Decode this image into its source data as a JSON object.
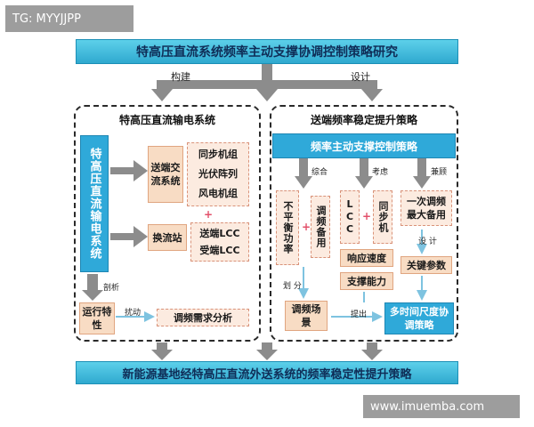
{
  "watermarks": {
    "top_left": "TG: MYYJJPP",
    "bottom_right": "www.imuemba.com"
  },
  "top_title": "特高压直流系统频率主动支撑协调控制策略研究",
  "edge_labels": {
    "build": "构建",
    "design": "设计",
    "analyze": "剖析",
    "disturb": "扰动",
    "combine": "综合",
    "consider": "考虑",
    "balance": "兼顾",
    "design2": "设 计",
    "divide": "划  分",
    "propose": "提出"
  },
  "left_panel": {
    "title": "特高压直流输电系统",
    "system_label": "特高压直流输电系统",
    "ac_system": "送端交流系统",
    "ac_sources": [
      "同步机组",
      "光伏阵列",
      "风电机组"
    ],
    "converter": "换流站",
    "converters": [
      "送端LCC",
      "受端LCC"
    ],
    "operation": "运行特性",
    "demand": "调频需求分析"
  },
  "right_panel": {
    "title": "送端频率稳定提升策略",
    "control_strategy": "频率主动支撑控制策略",
    "unbalanced_power": "不平衡功率",
    "fm_reserve": "调频备用",
    "lcc": "LCC",
    "sync_machine": "同步机",
    "response_speed": "响应速度",
    "support_capacity": "支撑能力",
    "max_reserve": "一次调频最大备用",
    "key_params": "关键参数",
    "fm_scene": "调频场景",
    "multi_scale": "多时间尺度协调策略"
  },
  "plus_sign": "+",
  "bottom_title": "新能源基地经特高压直流外送系统的频率稳定性提升策略",
  "colors": {
    "accent_blue": "#2fa9d9",
    "title_bar": "#3bbbe0",
    "orange_box": "#f8dcc4",
    "arrow_gray": "#8c8c8c"
  }
}
